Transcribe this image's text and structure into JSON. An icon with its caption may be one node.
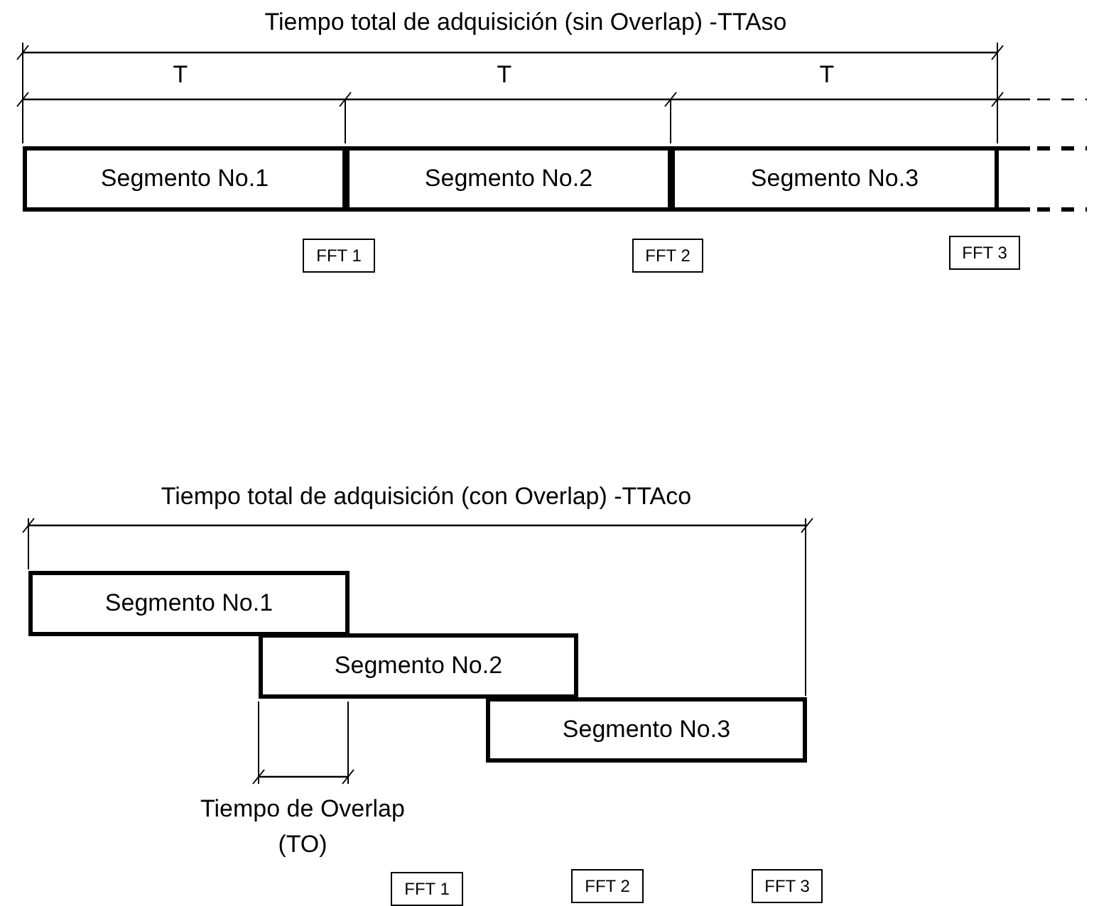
{
  "diagram": {
    "nodes": [
      {
        "text": [
          "Segmento No.1"
        ]
      },
      {
        "text": [
          "Segmento No.2"
        ]
      },
      {
        "text": [
          "Segmento No.3"
        ]
      },
      {
        "text": [
          "FFT 1"
        ]
      },
      {
        "text": [
          "FFT 2"
        ]
      },
      {
        "text": [
          "FFT 3"
        ]
      },
      {
        "text": [
          "Segmento No.1"
        ]
      },
      {
        "text": [
          "Segmento No.2"
        ]
      },
      {
        "text": [
          "Segmento No.3"
        ]
      },
      {
        "text": [
          "FFT 1"
        ]
      },
      {
        "text": [
          "FFT 2"
        ]
      },
      {
        "text": [
          "FFT 3"
        ]
      }
    ],
    "labels": [
      "Tiempo total de adquisición (sin Overlap) -TTAso",
      "T",
      "T",
      "T",
      "Tiempo total de adquisición (con Overlap) -TTAco",
      "Tiempo de Overlap (TO)"
    ]
  }
}
